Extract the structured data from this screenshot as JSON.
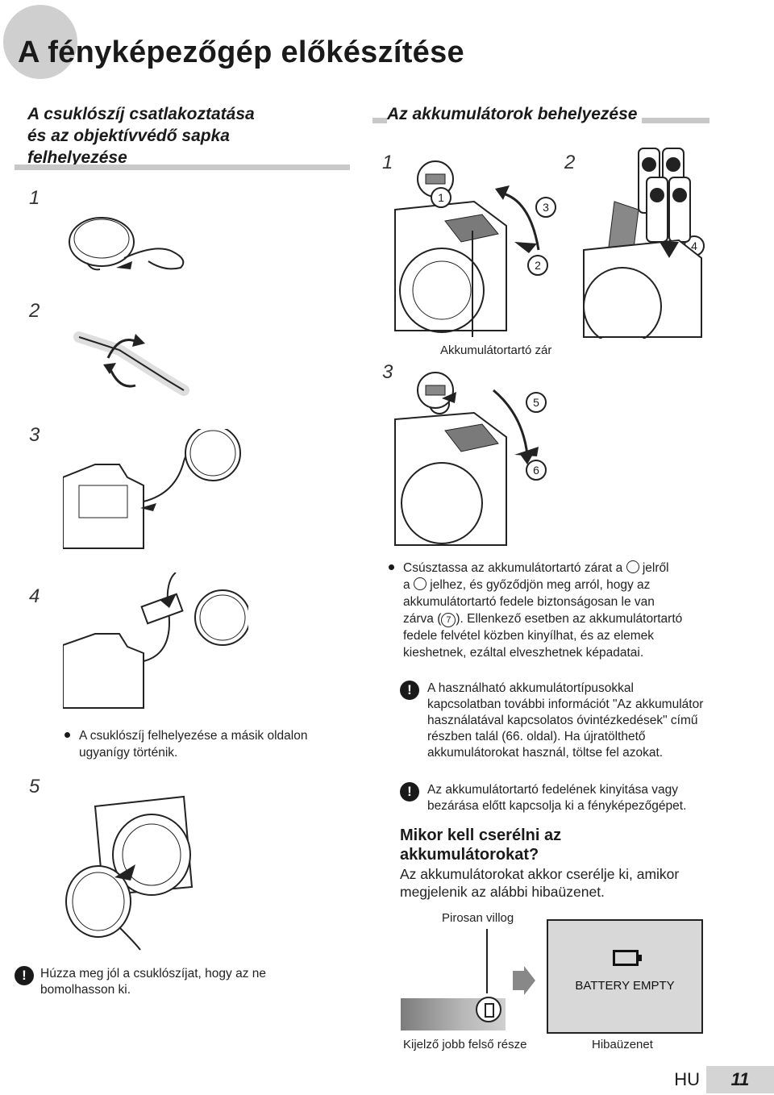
{
  "page": {
    "title": "A fényképezőgép előkészítése",
    "lang_label": "HU",
    "page_number": "11"
  },
  "left_section": {
    "heading_lines": [
      "A csuklószíj csatlakoztatása",
      "és az objektívvédő sapka",
      "felhelyezése"
    ],
    "steps": [
      "1",
      "2",
      "3",
      "4",
      "5"
    ],
    "bullet": "A csuklószíj felhelyezése a másik oldalon ugyanígy történik.",
    "warning": "Húzza meg jól a csuklószíjat, hogy az ne bomolhasson ki."
  },
  "right_section": {
    "heading": "Az akkumulátorok behelyezése",
    "steps": [
      "1",
      "2",
      "3"
    ],
    "callout_numbers": [
      "1",
      "2",
      "3",
      "4",
      "5",
      "6",
      "7"
    ],
    "lock_label": "Akkumulátortartó zár",
    "bullet_lines": [
      "Csúsztassa az akkumulátortartó zárat a",
      "jelről",
      "a",
      "jelhez, és győződjön meg arról, hogy az",
      "akkumulátortartó fedele biztonságosan le van",
      "zárva (",
      "). Ellenkező esetben az akkumulátortartó",
      "fedele felvétel közben kinyílhat, és az elemek",
      "kieshetnek, ezáltal elveszhetnek képadatai."
    ],
    "warnings": [
      "A használható akkumulátortípusokkal kapcsolatban további információt \"Az akkumulátor használatával kapcsolatos óvintézkedések\" című részben talál (66. oldal). Ha újratölthető akkumulátorokat használ, töltse fel azokat.",
      "Az akkumulátortartó fedelének kinyitása vagy bezárása előtt kapcsolja ki a fényképezőgépet."
    ],
    "subheading_lines": [
      "Mikor kell cserélni az",
      "akkumulátorokat?"
    ],
    "lead_lines": [
      "Az akkumulátorokat akkor cserélje ki, amikor",
      "megjelenik az alábbi hibaüzenet."
    ],
    "blink_label": "Pirosan villog",
    "error_message": "BATTERY EMPTY",
    "caption_left": "Kijelző jobb felső része",
    "caption_right": "Hibaüzenet"
  },
  "colors": {
    "text": "#1a1a1a",
    "rule_gray": "#c8c8c8",
    "tab_gray": "#d4d4d4"
  }
}
